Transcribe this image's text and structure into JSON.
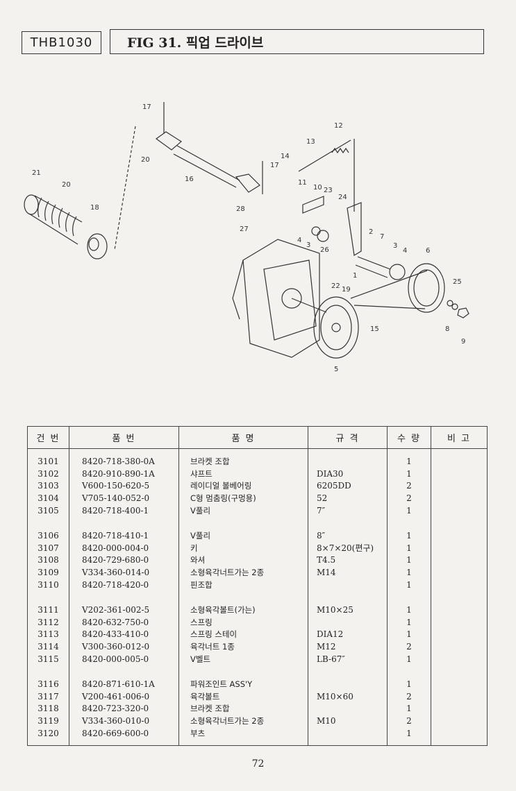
{
  "header": {
    "model": "THB1030",
    "title": "FIG 31. 픽업 드라이브"
  },
  "diagram": {
    "callouts": [
      "17",
      "20",
      "21",
      "20",
      "18",
      "16",
      "17",
      "14",
      "13",
      "12",
      "11",
      "10",
      "23",
      "24",
      "28",
      "27",
      "4",
      "3",
      "26",
      "2",
      "7",
      "3",
      "4",
      "6",
      "22",
      "19",
      "1",
      "25",
      "15",
      "8",
      "9",
      "5"
    ]
  },
  "table": {
    "headers": [
      "건 번",
      "품 번",
      "품 명",
      "규 격",
      "수 량",
      "비 고"
    ],
    "rows": [
      [
        "3101",
        "8420-718-380-0A",
        "브라켓 조합",
        "",
        "1",
        ""
      ],
      [
        "3102",
        "8420-910-890-1A",
        "샤프트",
        "DIA30",
        "1",
        ""
      ],
      [
        "3103",
        "V600-150-620-5",
        "레이디얼 볼베어링",
        "6205DD",
        "2",
        ""
      ],
      [
        "3104",
        "V705-140-052-0",
        "C형 멈춤링(구멍용)",
        "52",
        "2",
        ""
      ],
      [
        "3105",
        "8420-718-400-1",
        "V풀리",
        "7″",
        "1",
        ""
      ],
      [
        "3106",
        "8420-718-410-1",
        "V풀리",
        "8″",
        "1",
        ""
      ],
      [
        "3107",
        "8420-000-004-0",
        "키",
        "8×7×20(편구)",
        "1",
        ""
      ],
      [
        "3108",
        "8420-729-680-0",
        "와셔",
        "T4.5",
        "1",
        ""
      ],
      [
        "3109",
        "V334-360-014-0",
        "소형육각너트가는 2종",
        "M14",
        "1",
        ""
      ],
      [
        "3110",
        "8420-718-420-0",
        "핀조합",
        "",
        "1",
        ""
      ],
      [
        "3111",
        "V202-361-002-5",
        "소형육각볼트(가는)",
        "M10×25",
        "1",
        ""
      ],
      [
        "3112",
        "8420-632-750-0",
        "스프링",
        "",
        "1",
        ""
      ],
      [
        "3113",
        "8420-433-410-0",
        "스프링 스테이",
        "DIA12",
        "1",
        ""
      ],
      [
        "3114",
        "V300-360-012-0",
        "육각너트 1종",
        "M12",
        "2",
        ""
      ],
      [
        "3115",
        "8420-000-005-0",
        "V벨트",
        "LB-67″",
        "1",
        ""
      ],
      [
        "3116",
        "8420-871-610-1A",
        "파워조인트 ASS'Y",
        "",
        "1",
        ""
      ],
      [
        "3117",
        "V200-461-006-0",
        "육각볼트",
        "M10×60",
        "2",
        ""
      ],
      [
        "3118",
        "8420-723-320-0",
        "브라켓 조합",
        "",
        "1",
        ""
      ],
      [
        "3119",
        "V334-360-010-0",
        "소형육각너트가는 2종",
        "M10",
        "2",
        ""
      ],
      [
        "3120",
        "8420-669-600-0",
        "부츠",
        "",
        "1",
        ""
      ]
    ]
  },
  "page": {
    "number": "72"
  }
}
